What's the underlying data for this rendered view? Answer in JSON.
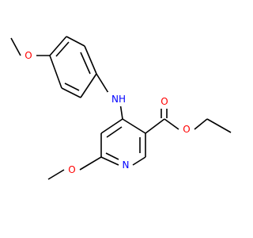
{
  "molecule": {
    "atoms": [
      {
        "name": "methoxy-oxygen-top",
        "label": "O",
        "color": "#ff0000"
      },
      {
        "name": "amine-nh",
        "label": "NH",
        "color": "#0000ff"
      },
      {
        "name": "carbonyl-oxygen",
        "label": "O",
        "color": "#ff0000"
      },
      {
        "name": "ester-oxygen",
        "label": "O",
        "color": "#ff0000"
      },
      {
        "name": "pyridine-nitrogen",
        "label": "N",
        "color": "#0000ff"
      },
      {
        "name": "methoxy-oxygen-bottom",
        "label": "O",
        "color": "#ff0000"
      }
    ],
    "bond_color": "#000000",
    "background": "#ffffff"
  }
}
